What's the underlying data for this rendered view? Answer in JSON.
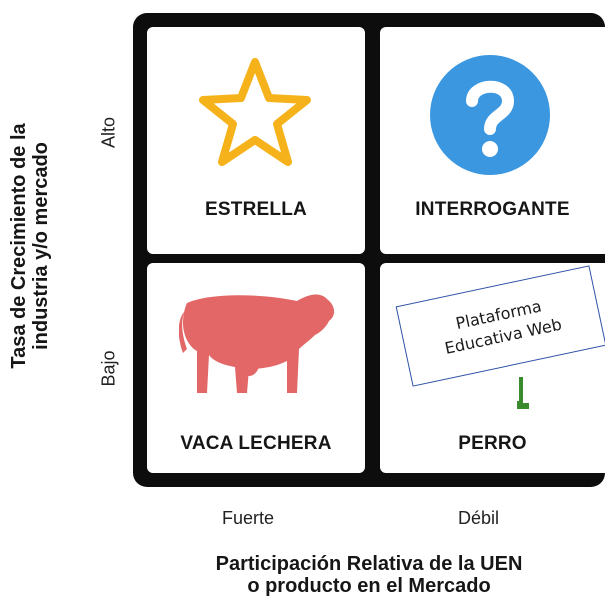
{
  "matrix": {
    "cells": [
      {
        "label": "ESTRELLA",
        "icon": "star-icon",
        "color": "#f6b21b"
      },
      {
        "label": "INTERROGANTE",
        "icon": "question-mark-icon",
        "color": "#3a97e0"
      },
      {
        "label": "VACA LECHERA",
        "icon": "cow-icon",
        "color": "#e36767"
      },
      {
        "label": "PERRO",
        "icon": "dog-icon",
        "color": "#3a8a2e"
      }
    ]
  },
  "y_axis": {
    "title_line1": "Tasa de Crecimiento de la",
    "title_line2": "industria y/o mercado",
    "high": "Alto",
    "low": "Bajo"
  },
  "x_axis": {
    "title_line1": "Participación Relativa de la UEN",
    "title_line2": "o producto en el Mercado",
    "left": "Fuerte",
    "right": "Débil"
  },
  "watermark": {
    "line1": "Plataforma",
    "line2": "Educativa Web"
  }
}
